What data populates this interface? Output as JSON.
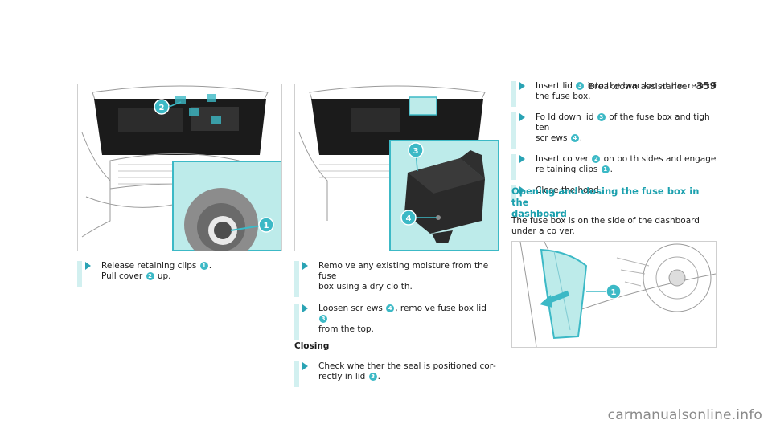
{
  "header": {
    "section": "Breakdown assistance",
    "page": "359"
  },
  "figures": {
    "fig1": {
      "callout_a": "1",
      "callout_b": "2"
    },
    "fig2": {
      "callout_a": "3",
      "callout_b": "4"
    },
    "fig3": {
      "callout_a": "1"
    }
  },
  "col1": {
    "step1": {
      "t1": "Release ",
      "t2": "re",
      "t3": "taining clips ",
      "n1": "1",
      "t4": ".",
      "t5": "Pull co",
      "t6": "ver ",
      "n2": "2",
      "t7": " up."
    }
  },
  "col2": {
    "step1": {
      "l1": "Remo ve any existing moisture from the fuse",
      "l2": "box using a dry clo th."
    },
    "step2": {
      "t1": "Loosen scr ews ",
      "n1": "4",
      "t2": ", remo ve fuse box lid ",
      "n2": "3",
      "l2": "from the top."
    },
    "closing": "Closing",
    "step3": {
      "l1": "Check whe ther the seal is positioned cor‐",
      "t1": "rectly in lid ",
      "n1": "3",
      "t2": "."
    }
  },
  "col3": {
    "step1": {
      "t1": "Insert lid ",
      "n1": "3",
      "t2": " into the brac ket at the rear of",
      "l2": "the fuse box."
    },
    "step2": {
      "t1": "Fo ld down lid ",
      "n1": "3",
      "t2": " of the fuse box and tigh ten",
      "t3": "scr ews ",
      "n2": "4",
      "t4": "."
    },
    "step3": {
      "t1": "Insert co ver ",
      "n1": "2",
      "t2": " on bo th sides and engage",
      "t3": "re taining clips ",
      "n2": "1",
      "t4": "."
    },
    "step4": {
      "l1": "Close the hood."
    },
    "section_title": "Opening and closing the fuse box in the dashboard",
    "section_title_l1": "Opening and closing the fuse box in the",
    "section_title_l2": "dashboard",
    "para_l1": "The fuse box is on the side of the dashboard",
    "para_l2": "under a co ver."
  },
  "watermark": "carmanualsonline.info",
  "colors": {
    "accent": "#1ba0ae",
    "callout": "#3cb9c6",
    "inset_bg": "#bdebea",
    "bar": "#d2f0f0"
  }
}
